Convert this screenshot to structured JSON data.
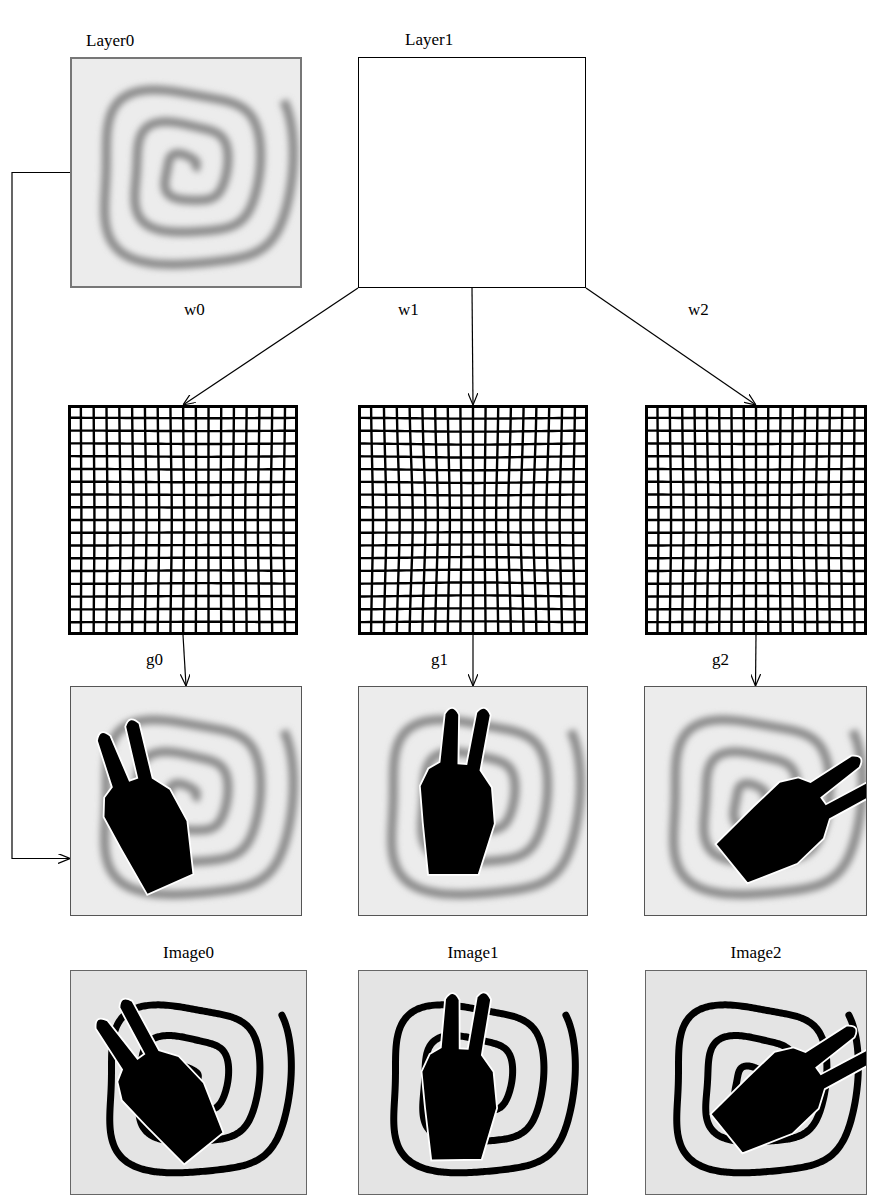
{
  "diagram": {
    "nodes": [
      {
        "text": [
          "Layer0"
        ]
      },
      {
        "text": [
          "Layer1"
        ]
      },
      {
        "text": []
      },
      {
        "text": []
      },
      {
        "text": []
      },
      {
        "text": []
      },
      {
        "text": []
      },
      {
        "text": []
      },
      {
        "text": [
          "Image0"
        ]
      },
      {
        "text": [
          "Image1"
        ]
      },
      {
        "text": [
          "Image2"
        ]
      }
    ],
    "edges": [
      {
        "from": 1,
        "to": 2,
        "label": "w0",
        "arrow": "to"
      },
      {
        "from": 1,
        "to": 3,
        "label": "w1",
        "arrow": "to"
      },
      {
        "from": 1,
        "to": 4,
        "label": "w2",
        "arrow": "to"
      },
      {
        "from": 2,
        "to": 5,
        "label": "g0",
        "arrow": "to"
      },
      {
        "from": 3,
        "to": 6,
        "label": "g1",
        "arrow": "to"
      },
      {
        "from": 4,
        "to": 7,
        "label": "g2",
        "arrow": "to"
      },
      {
        "from": 0,
        "to": 5,
        "arrow": "to"
      }
    ]
  }
}
